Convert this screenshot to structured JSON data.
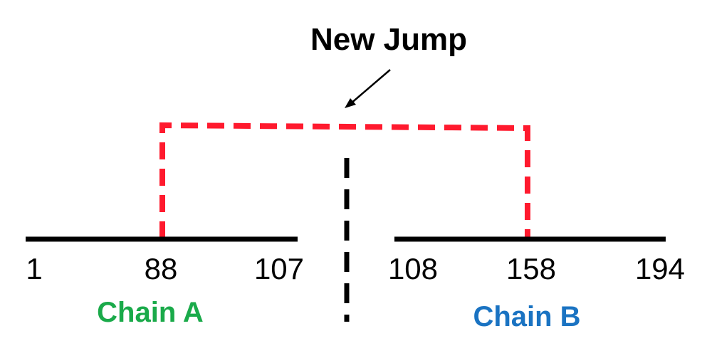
{
  "annotation": {
    "label": "New Jump"
  },
  "chain_a": {
    "name": "Chain A",
    "color": "#1aaa4a",
    "start": "1",
    "jump_point": "88",
    "end": "107"
  },
  "chain_b": {
    "name": "Chain B",
    "color": "#1a73c2",
    "start": "108",
    "jump_point": "158",
    "end": "194"
  },
  "colors": {
    "jump_path": "#ff1a2e",
    "axis": "#000000",
    "divider": "#000000"
  }
}
